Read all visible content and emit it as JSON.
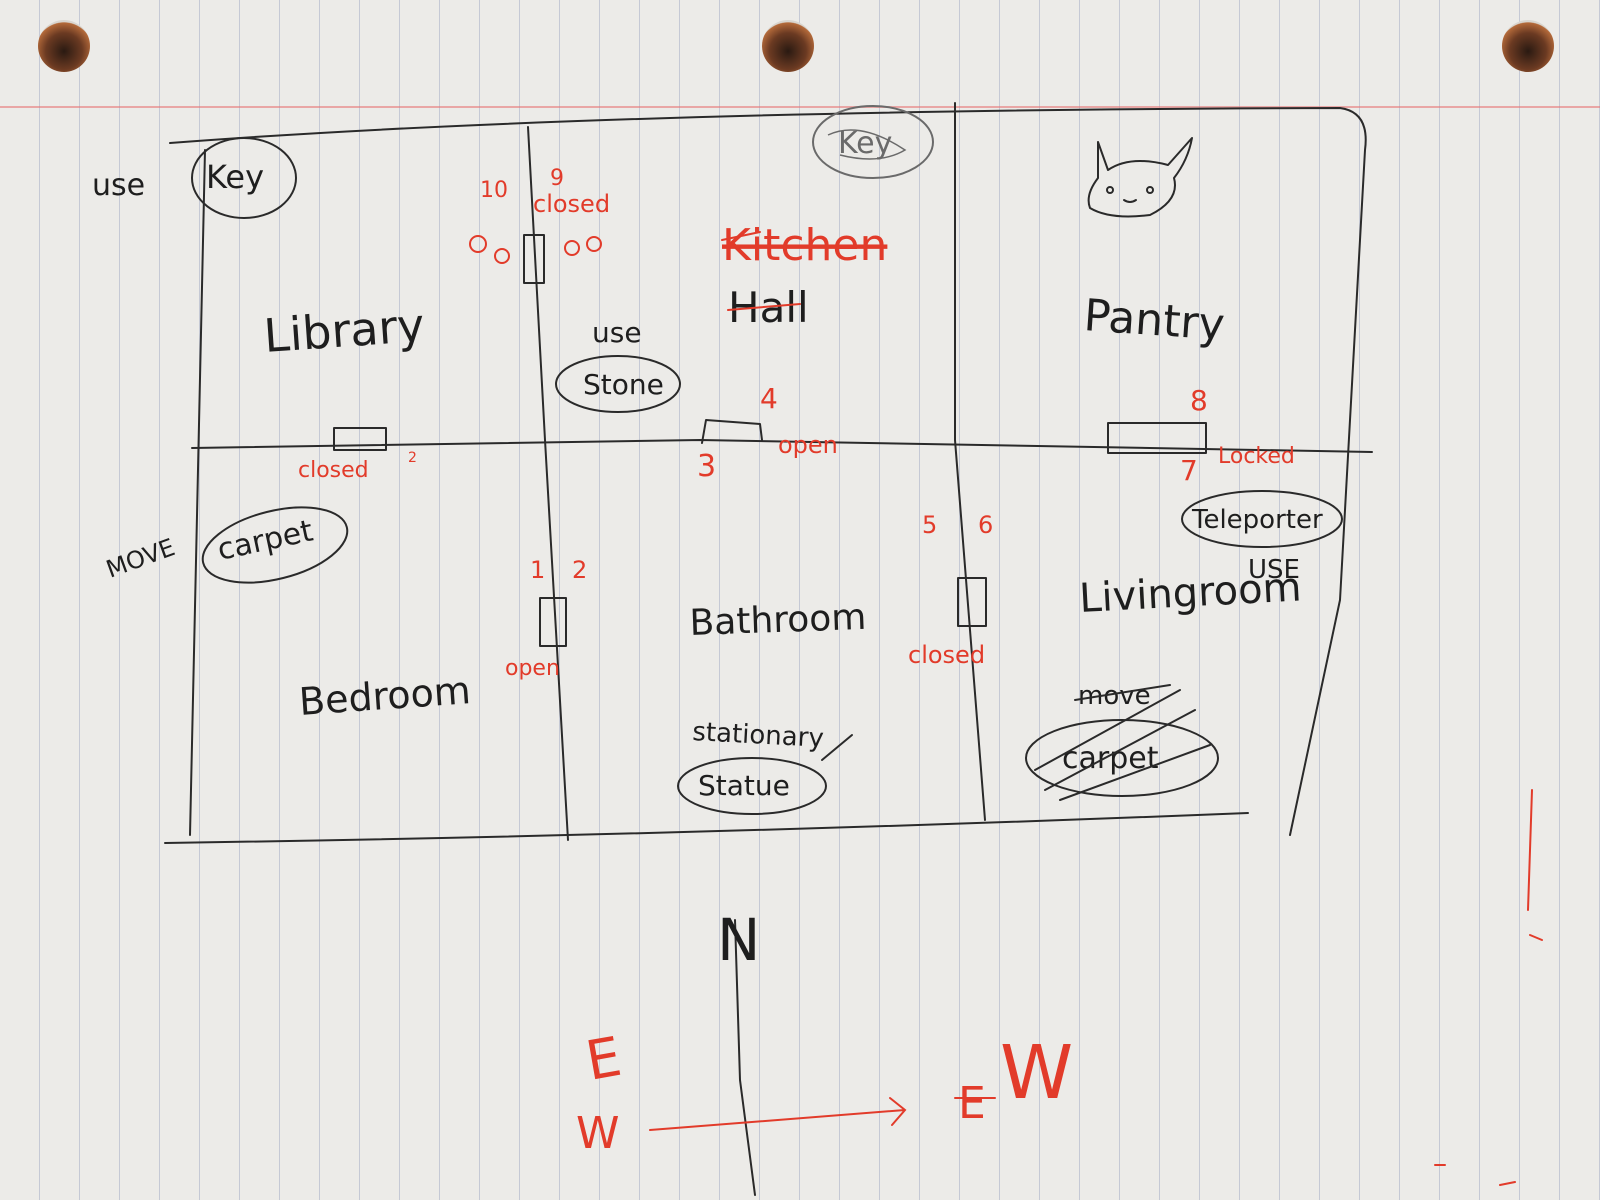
{
  "rooms": {
    "library": "Library",
    "kitchen": "Kitchen",
    "hall": "Hall",
    "pantry": "Pantry",
    "bedroom": "Bedroom",
    "bathroom": "Bathroom",
    "livingroom": "Livingroom"
  },
  "items": {
    "key": "Key",
    "key_scribbled": "Key",
    "stone": "Stone",
    "carpet": "carpet",
    "teleporter": "Teleporter",
    "statue": "Statue",
    "carpet_crossed": "carpet"
  },
  "actions": {
    "use_key": "use",
    "use_stone": "use",
    "move_carpet": "MOVE",
    "use_teleporter": "USE",
    "stationary": "stationary",
    "move_crossed": "move"
  },
  "doors": {
    "library_kitchen": {
      "num_left": "10",
      "num_right": "9",
      "state": "closed"
    },
    "library_bedroom": {
      "state": "closed",
      "num": "2"
    },
    "hall_bathroom": {
      "num_top": "4",
      "num_bottom": "3",
      "state": "open"
    },
    "pantry_living": {
      "num_top": "8",
      "num_bottom": "7",
      "state": "Locked"
    },
    "bedroom_bathroom": {
      "num_left": "1",
      "num_right": "2",
      "state": "open"
    },
    "bathroom_living": {
      "num_left": "5",
      "num_right": "6",
      "state": "closed"
    }
  },
  "compass": {
    "north": "N",
    "west": "W",
    "east": "E",
    "west_corrected": "W"
  }
}
